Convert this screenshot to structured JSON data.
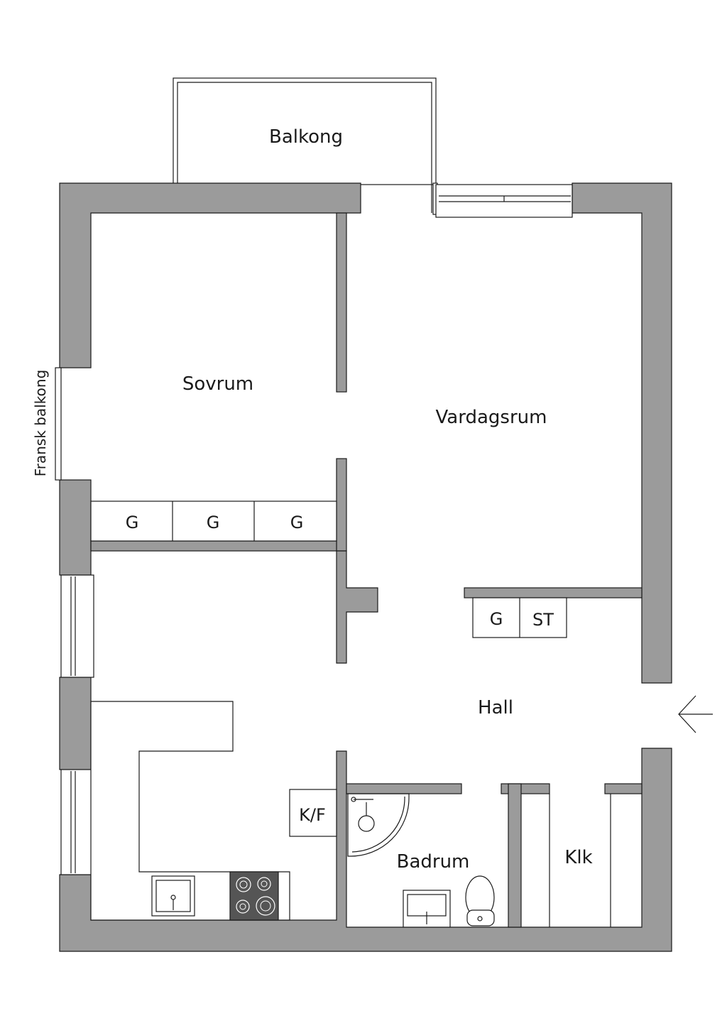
{
  "rooms": {
    "balkong": "Balkong",
    "sovrum": "Sovrum",
    "vardagsrum": "Vardagsrum",
    "hall": "Hall",
    "badrum": "Badrum",
    "klk": "Klk",
    "fransk_balkong": "Fransk balkong"
  },
  "wardrobes": {
    "sovrum": [
      "G",
      "G",
      "G"
    ],
    "hall": [
      "G",
      "ST"
    ]
  },
  "kitchen": {
    "fridge_freezer": "K/F"
  },
  "colors": {
    "wall": "#9b9b9b",
    "line": "#1a1a1a",
    "background": "#ffffff",
    "stove": "#555555"
  }
}
